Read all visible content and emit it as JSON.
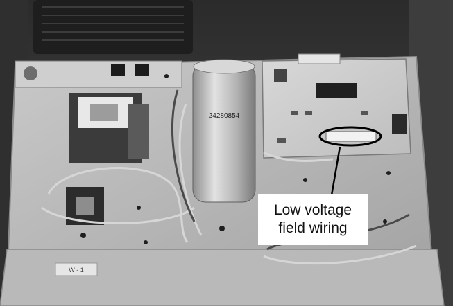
{
  "callout": {
    "line1": "Low voltage",
    "line2": "field wiring"
  },
  "markings": {
    "capacitor_number": "24280854",
    "panel_label": "W - 1"
  }
}
